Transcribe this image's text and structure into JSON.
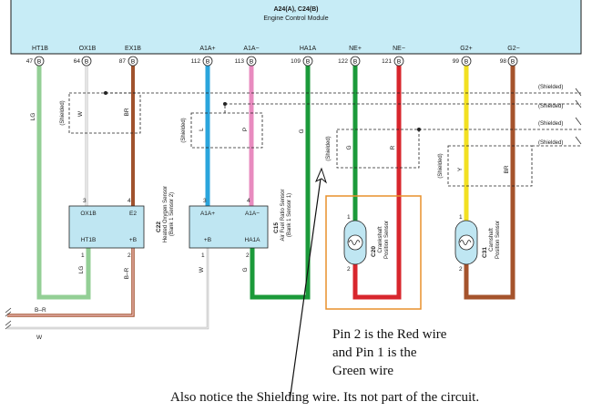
{
  "ecm": {
    "title_line1": "A24(A), C24(B)",
    "title_line2": "Engine Control Module"
  },
  "pins": [
    {
      "label": "HT1B",
      "num": "47",
      "conn": "B"
    },
    {
      "label": "OX1B",
      "num": "64",
      "conn": "B"
    },
    {
      "label": "EX1B",
      "num": "87",
      "conn": "B"
    },
    {
      "label": "A1A+",
      "num": "112",
      "conn": "B"
    },
    {
      "label": "A1A−",
      "num": "113",
      "conn": "B"
    },
    {
      "label": "HA1A",
      "num": "109",
      "conn": "B"
    },
    {
      "label": "NE+",
      "num": "122",
      "conn": "B"
    },
    {
      "label": "NE−",
      "num": "121",
      "conn": "B"
    },
    {
      "label": "G2+",
      "num": "99",
      "conn": "B"
    },
    {
      "label": "G2−",
      "num": "98",
      "conn": "B"
    }
  ],
  "wire_labels": {
    "lg": "LG",
    "w": "W",
    "br": "BR",
    "l": "L",
    "p": "P",
    "g": "G",
    "r": "R",
    "y": "Y",
    "br_r": "B–R"
  },
  "shielded": "(Shielded)",
  "c22": {
    "id": "C22",
    "name_line1": "Heated Oxygen Sensor",
    "name_line2": "(Bank 1 Sensor 2)",
    "pin3": "3",
    "pin4": "4",
    "pin1": "1",
    "pin2": "2",
    "t_ox1b": "OX1B",
    "t_e2": "E2",
    "t_ht1b": "HT1B",
    "t_b": "+B"
  },
  "c15": {
    "id": "C15",
    "name_line1": "Air Fuel Ratio Sensor",
    "name_line2": "(Bank 1 Sensor 1)",
    "pin3": "3",
    "pin4": "4",
    "pin1": "1",
    "pin2": "2",
    "t_a1ap": "A1A+",
    "t_a1am": "A1A−",
    "t_b": "+B",
    "t_ha1a": "HA1A"
  },
  "c20": {
    "id": "C20",
    "name_line1": "Crankshaft",
    "name_line2": "Position Sensor",
    "pin1": "1",
    "pin2": "2"
  },
  "c31": {
    "id": "C31",
    "name_line1": "Camshaft",
    "name_line2": "Position Sensor",
    "pin1": "1",
    "pin2": "2"
  },
  "annotation": {
    "line1": "Pin 2 is the Red wire",
    "line2": "and Pin 1 is the",
    "line3": "Green wire",
    "line4": "Also notice the Shielding wire. Its not part of the circuit."
  },
  "colors": {
    "ecm_fill": "#c7ecf6",
    "light_green": "#93cf95",
    "white_wire": "#e6e6e6",
    "brown": "#a0522d",
    "blue": "#2ba5dc",
    "pink": "#e88bbf",
    "green": "#1b9a3a",
    "red": "#d8262d",
    "yellow": "#f2e022",
    "brown2": "#a5532c",
    "highlight_box": "#e8902c"
  }
}
